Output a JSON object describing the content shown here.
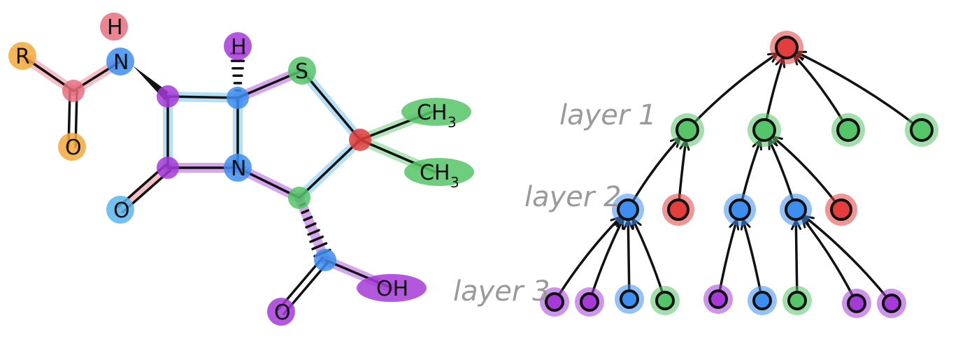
{
  "colors": {
    "orange": "#f2a93b",
    "pink": "#e8707f",
    "blue": "#3d8ef0",
    "light_blue": "#5bb6ee",
    "purple": "#a53ad8",
    "green": "#55c567",
    "red": "#e43d3d"
  },
  "molecule": {
    "atoms": [
      {
        "id": "R",
        "label": "R",
        "color": "orange"
      },
      {
        "id": "H1",
        "label": "H",
        "color": "pink"
      },
      {
        "id": "N1",
        "label": "N",
        "color": "blue"
      },
      {
        "id": "O1",
        "label": "O",
        "color": "orange"
      },
      {
        "id": "H2",
        "label": "H",
        "color": "purple"
      },
      {
        "id": "S",
        "label": "S",
        "color": "green"
      },
      {
        "id": "N2",
        "label": "N",
        "color": "blue"
      },
      {
        "id": "O2",
        "label": "O",
        "color": "light_blue"
      },
      {
        "id": "CH3a",
        "label": "CH",
        "sub": "3",
        "color": "green"
      },
      {
        "id": "CH3b",
        "label": "CH",
        "sub": "3",
        "color": "green"
      },
      {
        "id": "OH",
        "label": "OH",
        "color": "purple"
      },
      {
        "id": "O3",
        "label": "O",
        "color": "purple"
      }
    ]
  },
  "tree": {
    "layer_labels": [
      "layer 1",
      "layer 2",
      "layer 3"
    ],
    "root": {
      "color": "red"
    },
    "layer1": [
      "green",
      "green",
      "green",
      "green"
    ],
    "layer2": [
      "blue",
      "red",
      "blue",
      "blue",
      "red"
    ],
    "layer3": [
      "purple",
      "purple",
      "blue",
      "green",
      "purple",
      "blue",
      "green",
      "purple",
      "purple"
    ]
  }
}
